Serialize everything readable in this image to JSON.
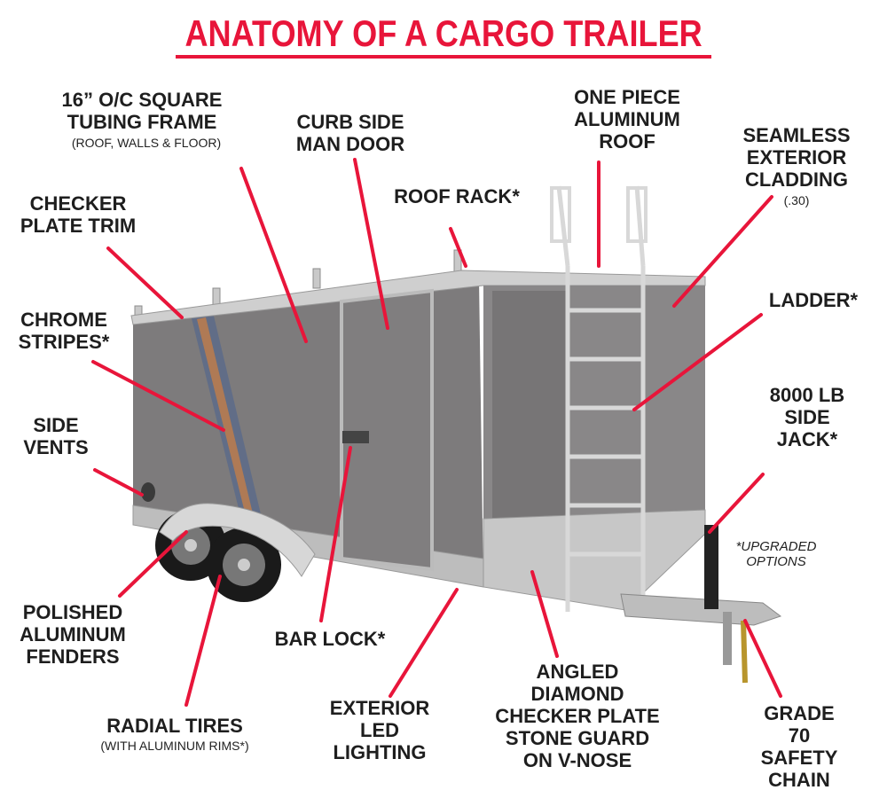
{
  "title": "ANATOMY OF A CARGO TRAILER",
  "colors": {
    "accent": "#e8153a",
    "text": "#1e1e1e",
    "trailer_body": "#7d7b7c"
  },
  "labels": {
    "frame": "16” O/C SQUARE\nTUBING FRAME",
    "frame_sub": "(ROOF, WALLS & FLOOR)",
    "man_door": "CURB SIDE\nMAN DOOR",
    "roof_rack": "ROOF RACK*",
    "roof": "ONE PIECE\nALUMINUM\nROOF",
    "cladding": "SEAMLESS\nEXTERIOR\nCLADDING",
    "cladding_sub": "(.30)",
    "checker_trim": "CHECKER\nPLATE TRIM",
    "chrome_stripes": "CHROME\nSTRIPES*",
    "side_vents": "SIDE\nVENTS",
    "ladder": "LADDER*",
    "side_jack": "8000 LB\nSIDE\nJACK*",
    "upgraded_note": "*UPGRADED\nOPTIONS",
    "fenders": "POLISHED\nALUMINUM\nFENDERS",
    "tires": "RADIAL TIRES",
    "tires_sub": "(WITH ALUMINUM RIMS*)",
    "bar_lock": "BAR LOCK*",
    "led": "EXTERIOR\nLED\nLIGHTING",
    "stone_guard": "ANGLED\nDIAMOND\nCHECKER PLATE\nSTONE GUARD\nON V-NOSE",
    "chain": "GRADE 70\nSAFETY\nCHAIN"
  }
}
